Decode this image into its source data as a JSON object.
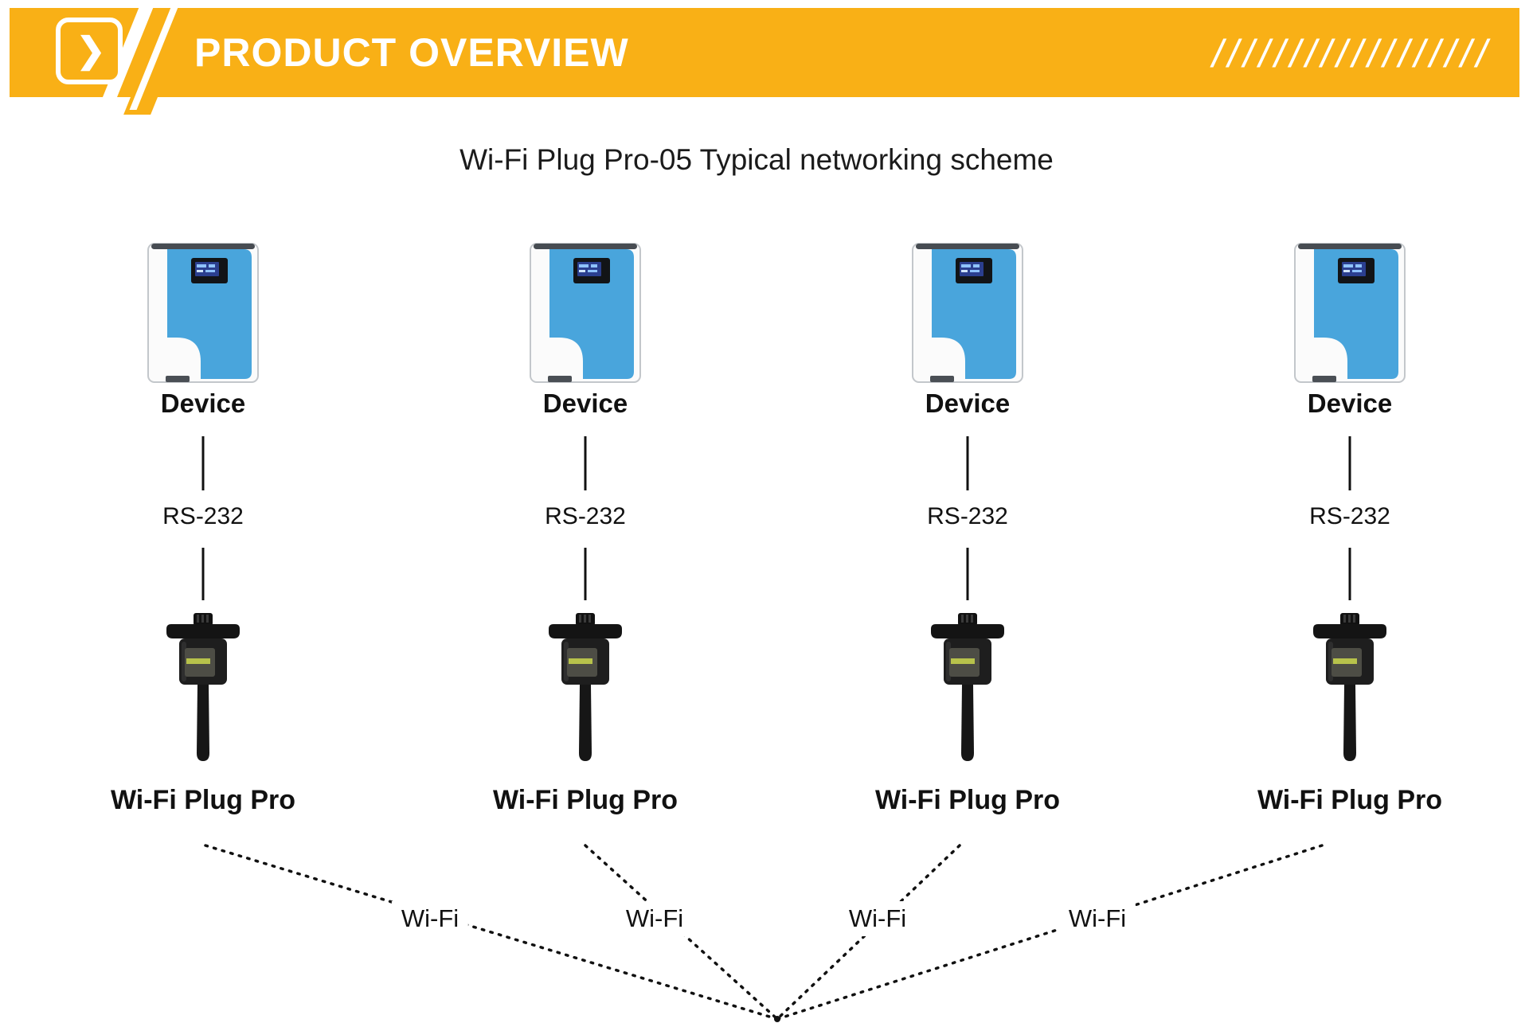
{
  "header": {
    "title": "PRODUCT OVERVIEW",
    "chevron": "❯",
    "stripes": "//////////////////"
  },
  "diagram": {
    "title": "Wi-Fi Plug Pro-05 Typical networking scheme",
    "columns": [
      {
        "device_label": "Device",
        "connection_label": "RS-232",
        "plug_label": "Wi-Fi Plug Pro"
      },
      {
        "device_label": "Device",
        "connection_label": "RS-232",
        "plug_label": "Wi-Fi Plug Pro"
      },
      {
        "device_label": "Device",
        "connection_label": "RS-232",
        "plug_label": "Wi-Fi Plug Pro"
      },
      {
        "device_label": "Device",
        "connection_label": "RS-232",
        "plug_label": "Wi-Fi Plug Pro"
      }
    ],
    "wifi_labels": [
      "Wi-Fi",
      "Wi-Fi",
      "Wi-Fi",
      "Wi-Fi"
    ]
  },
  "colors": {
    "banner_orange": "#F9B016",
    "device_blue": "#49A5DC",
    "line_black": "#111111"
  }
}
